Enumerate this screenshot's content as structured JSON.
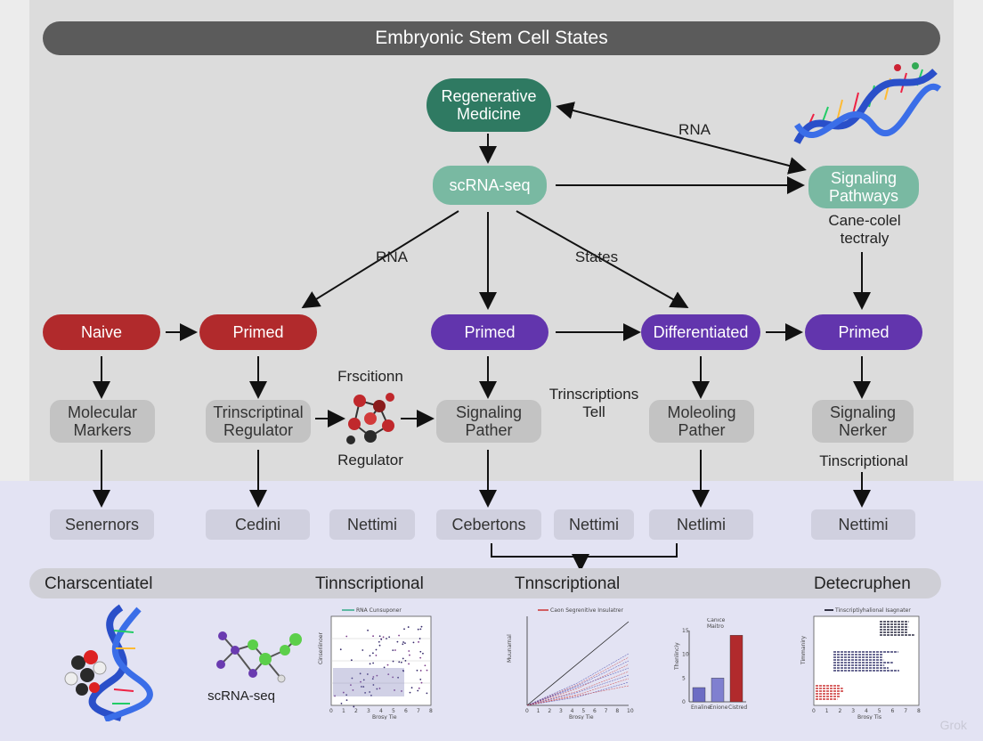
{
  "title": "Embryonic Stem Cell States",
  "nodes": {
    "regenerative": "Regenerative\nMedicine",
    "scrna": "scRNA-seq",
    "signaling_pathways": "Signaling\nPathways",
    "naive": "Naive",
    "primed_1": "Primed",
    "primed_2": "Primed",
    "differentiated": "Differentiated",
    "primed_3": "Primed",
    "molecular_markers": "Molecular\nMarkers",
    "transcriptional_regulator": "Trinscriptinal\nRegulator",
    "signaling_pather": "Signaling\nPather",
    "moleoling_pather": "Moleoling\nPather",
    "signaling_nerker": "Signaling\nNerker",
    "senernors": "Senernors",
    "cedini": "Cedini",
    "nettimi_1": "Nettimi",
    "cebertons": "Cebertons",
    "nettimi_2": "Nettimi",
    "netlimi": "Netlimi",
    "nettimi_3": "Nettimi"
  },
  "labels": {
    "rna_top": "RNA",
    "rna_left": "RNA",
    "states": "States",
    "cane_colel": "Cane-colel\ntectraly",
    "frscitionn": "Frscitionn",
    "regulator": "Regulator",
    "transcriptions_tell": "Trinscriptions\nTell",
    "tinscriptional": "Tinscriptional",
    "scrna_small": "scRNA-seq"
  },
  "section_titles": {
    "left": "Charscentiatel",
    "mid1": "Tinnscriptional",
    "mid2": "Tnnscriptional",
    "right": "Detecruphen"
  },
  "colors": {
    "green_dark": "#2f7a62",
    "green_light": "#79b9a2",
    "red": "#b12a2c",
    "purple": "#6235ad",
    "gray_node": "#c3c3c3",
    "leaf": "#d0d0df"
  },
  "icons": [
    "dna-helix-icon",
    "molecule-cluster-icon",
    "molecule-graph-icon"
  ],
  "chart_data": [
    {
      "type": "scatter",
      "title": "RNA Cunsuponer",
      "xlabel": "Brosy Tie",
      "ylabel": "Cinseriinoer",
      "x_ticks": [
        "0",
        "1",
        "2",
        "3",
        "4",
        "5",
        "6",
        "7",
        "8"
      ]
    },
    {
      "type": "line",
      "title": "Caon Segrenitive Insulatrer",
      "xlabel": "Brosy Tie",
      "ylabel": "Muunarnal",
      "x_ticks": [
        "0",
        "1",
        "2",
        "3",
        "4",
        "5",
        "6",
        "7",
        "8",
        "10"
      ]
    },
    {
      "type": "bar",
      "title": "Canice\nMaitro",
      "categories": [
        "Enaline",
        "Enione",
        "Cistred"
      ],
      "values": [
        3,
        5,
        14
      ],
      "colors": [
        "#6c6cc4",
        "#8080d0",
        "#b12a2c"
      ],
      "ylabel": "Thenlinciy",
      "y_ticks": [
        "0",
        "5",
        "10",
        "15"
      ]
    },
    {
      "type": "heatmap",
      "title": "Tinscriptiyhalional Isagnater",
      "xlabel": "Brosy Tis",
      "ylabel": "Timmaniry",
      "x_ticks": [
        "0",
        "1",
        "2",
        "3",
        "4",
        "5",
        "6",
        "7",
        "8"
      ]
    }
  ],
  "watermark": "Grok"
}
